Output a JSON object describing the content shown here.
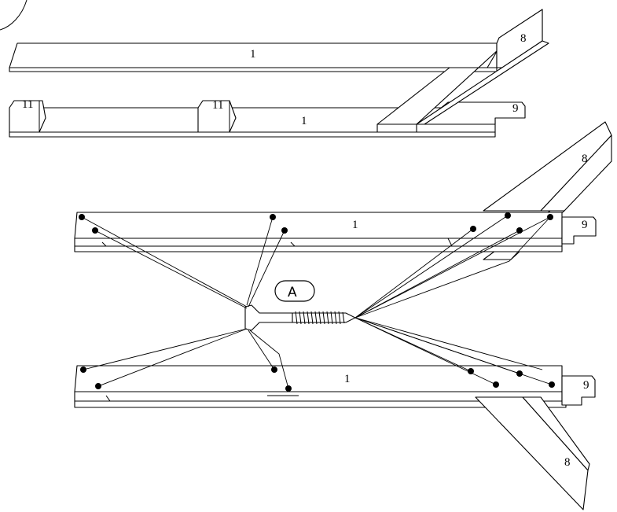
{
  "labels": {
    "part_1": "1",
    "part_8": "8",
    "part_9": "9",
    "part_11": "11",
    "callout_a": "A"
  },
  "colors": {
    "ink": "#000000",
    "paper": "#ffffff"
  }
}
